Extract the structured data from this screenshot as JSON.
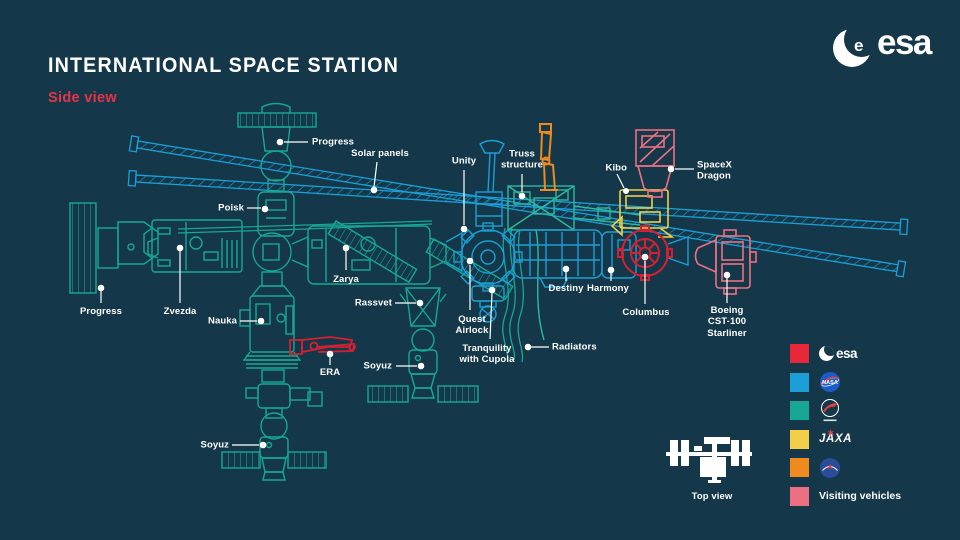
{
  "title": "INTERNATIONAL SPACE STATION",
  "subtitle": "Side view",
  "brand": {
    "wordmark": "esa",
    "logo_e": "e"
  },
  "icons": {
    "jaxa_star": "✶"
  },
  "colors": {
    "background": "#143849",
    "roscosmos_teal": "#17a795",
    "nasa_blue": "#1b9fd6",
    "esa_red": "#d42032",
    "jaxa_yellow": "#f2cf49",
    "csa_orange": "#ee8a1e",
    "visiting_pink": "#ec7081",
    "label_white": "#ffffff",
    "subtitle_red": "#e73347"
  },
  "diagram_labels": {
    "progress_top": "Progress",
    "solar_panels": "Solar panels",
    "unity": "Unity",
    "truss": "Truss\nstructure",
    "kibo": "Kibo",
    "spacex_dragon": "SpaceX\nDragon",
    "poisk": "Poisk",
    "zarya": "Zarya",
    "rassvet": "Rassvet",
    "progress_left": "Progress",
    "zvezda": "Zvezda",
    "nauka": "Nauka",
    "quest": "Quest\nAirlock",
    "tranquility": "Tranquility\nwith Cupola",
    "destiny": "Destiny",
    "harmony": "Harmony",
    "radiators": "Radiators",
    "columbus": "Columbus",
    "boeing": "Boeing\nCST-100\nStarliner",
    "era": "ERA",
    "soyuz_mid": "Soyuz",
    "soyuz_bottom": "Soyuz",
    "top_view": "Top view"
  },
  "legend": {
    "items": [
      {
        "agency": "esa",
        "color": "#e8273b",
        "label": "esa"
      },
      {
        "agency": "nasa",
        "color": "#1b9fd6",
        "label": "NASA"
      },
      {
        "agency": "roscosmos",
        "color": "#17a795",
        "label": ""
      },
      {
        "agency": "jaxa",
        "color": "#f2cf49",
        "label": "JAXA"
      },
      {
        "agency": "csa",
        "color": "#ee8a1e",
        "label": ""
      },
      {
        "agency": "visiting-vehicles",
        "color": "#ec7081",
        "label": "Visiting vehicles"
      }
    ]
  }
}
